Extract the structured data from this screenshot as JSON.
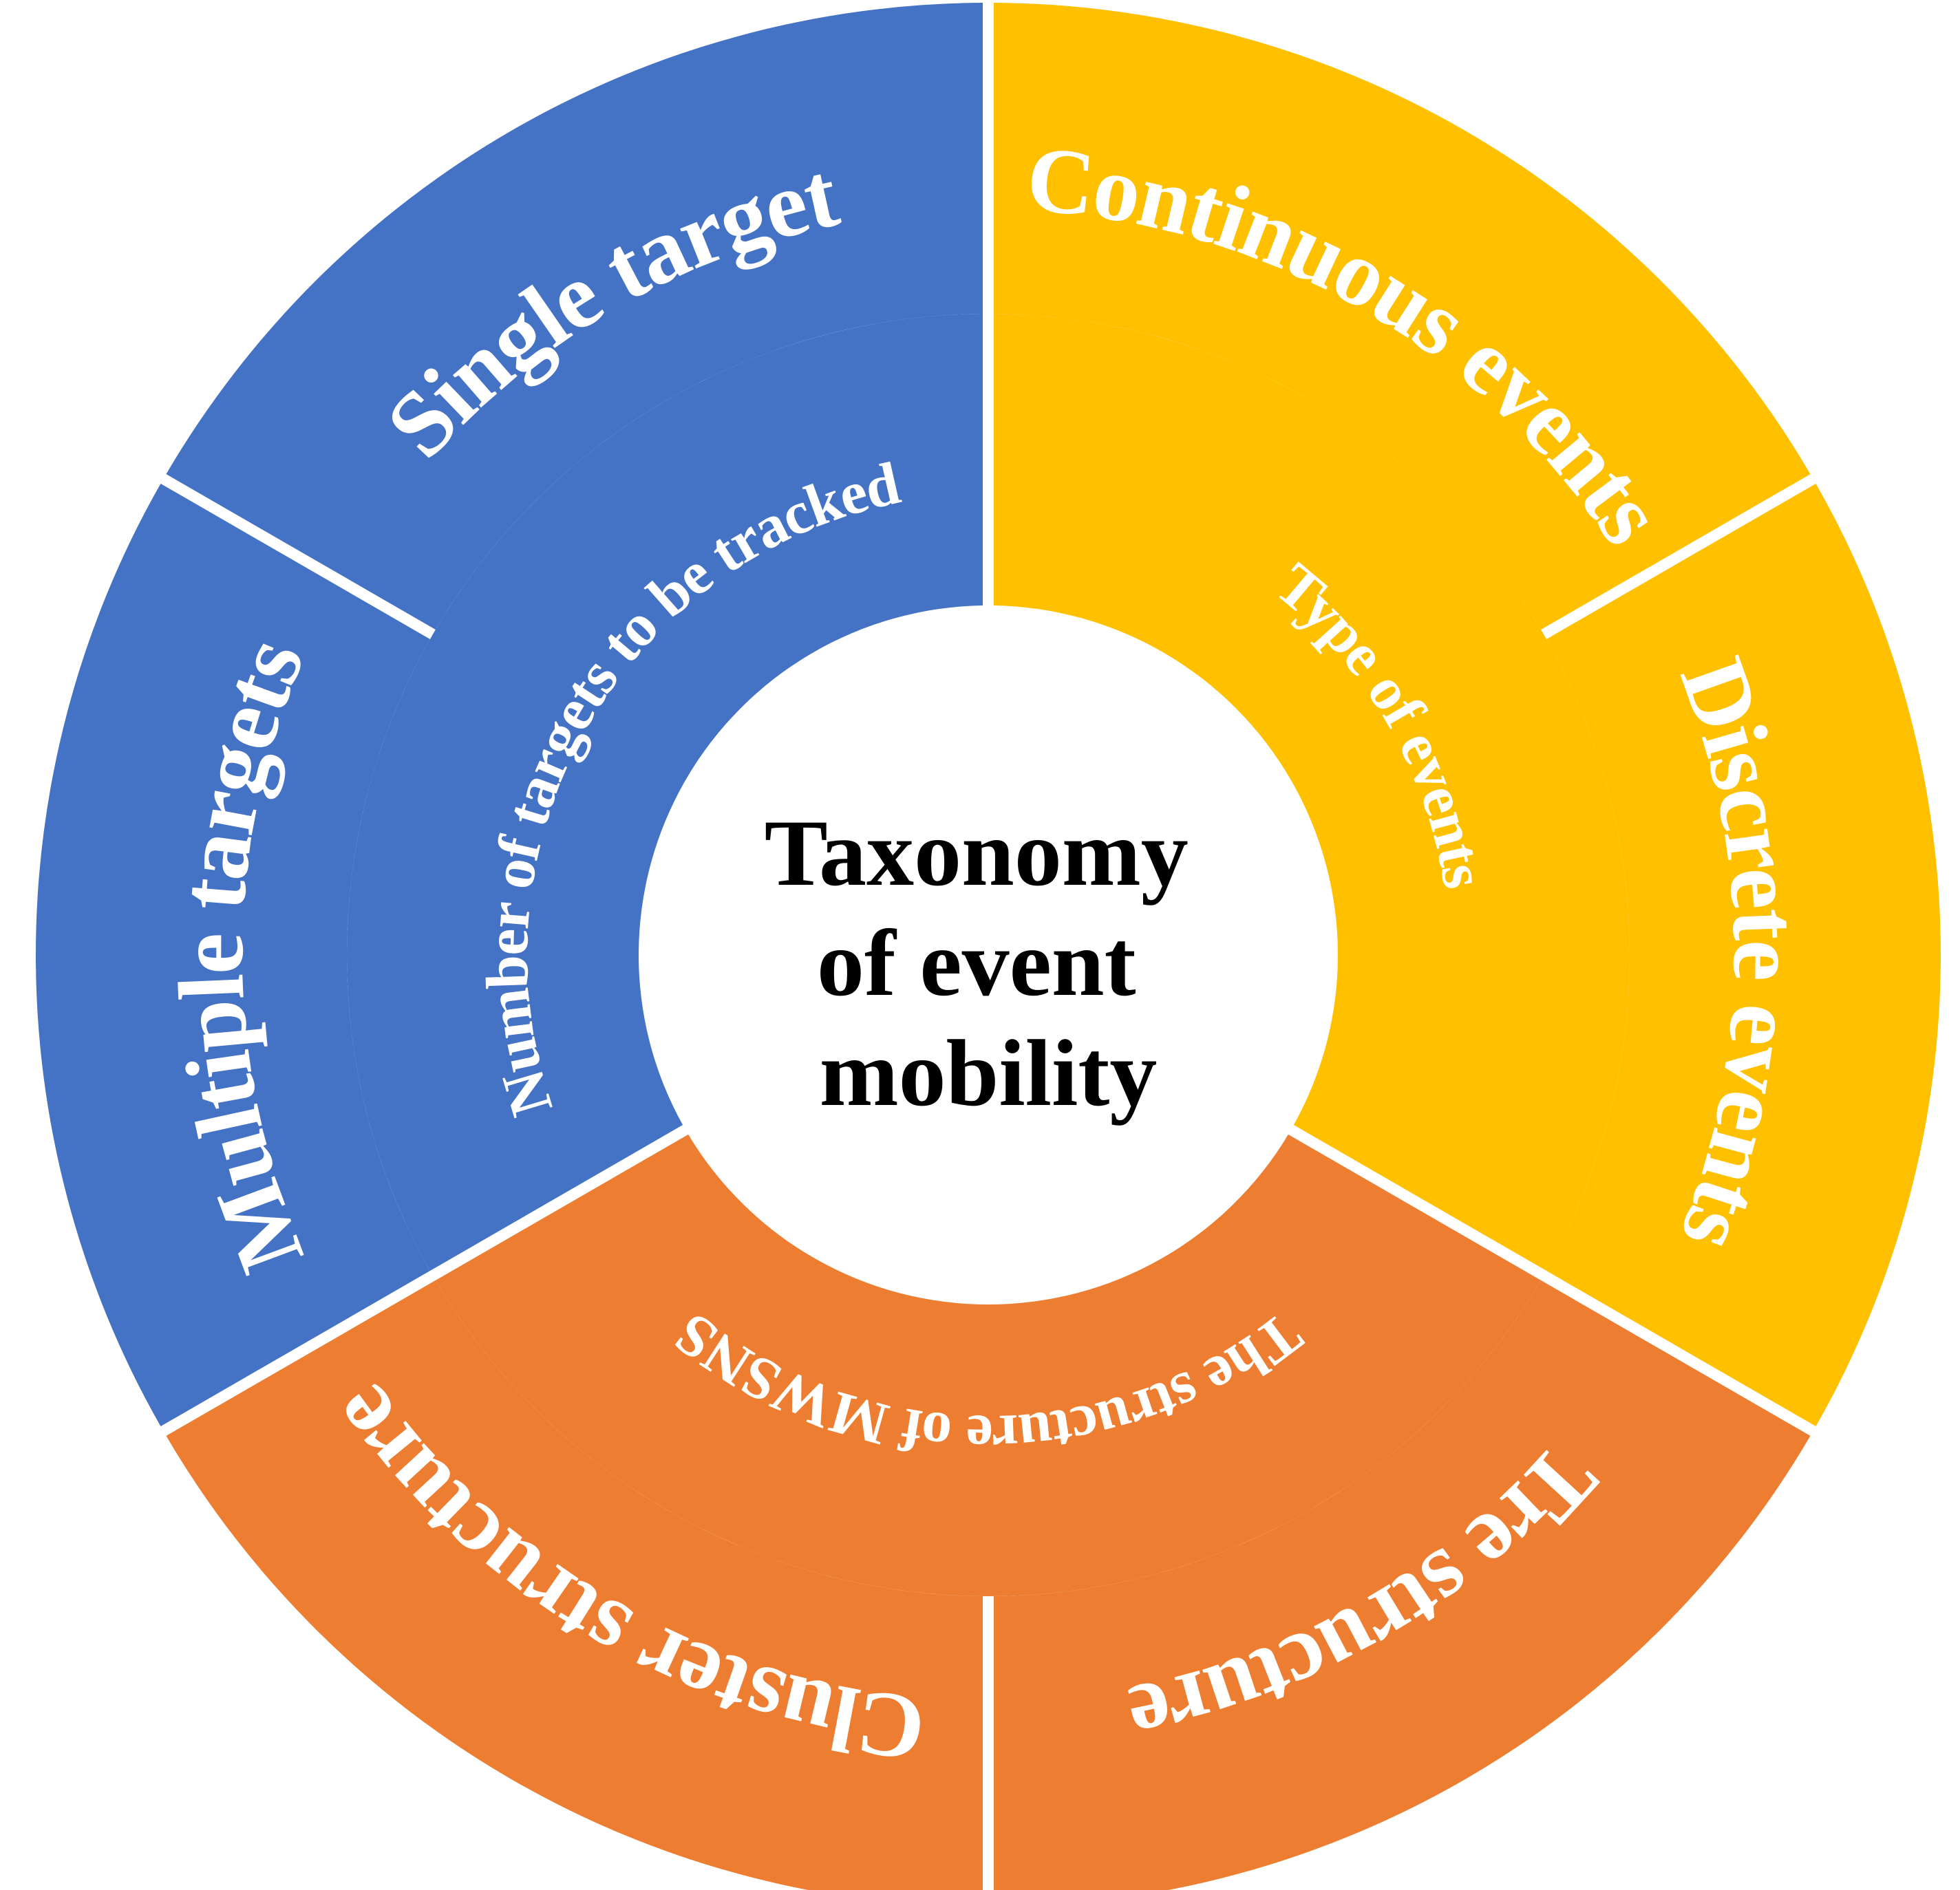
{
  "center": {
    "lines": [
      "Taxonomy",
      "of event",
      "mobility"
    ]
  },
  "categories": [
    {
      "id": "targets",
      "label": "Number of targets to be tracked",
      "color": "#4472C4",
      "children": [
        "Single target",
        "Multiple targets"
      ]
    },
    {
      "id": "events",
      "label": "Type of events",
      "color": "#FFC000",
      "children": [
        "Continuous events",
        "Discrete events"
      ]
    },
    {
      "id": "structure",
      "label": "The structure of MWSNS",
      "color": "#ED7D31",
      "children": [
        "Tre structure",
        "Cluster structure"
      ]
    }
  ]
}
